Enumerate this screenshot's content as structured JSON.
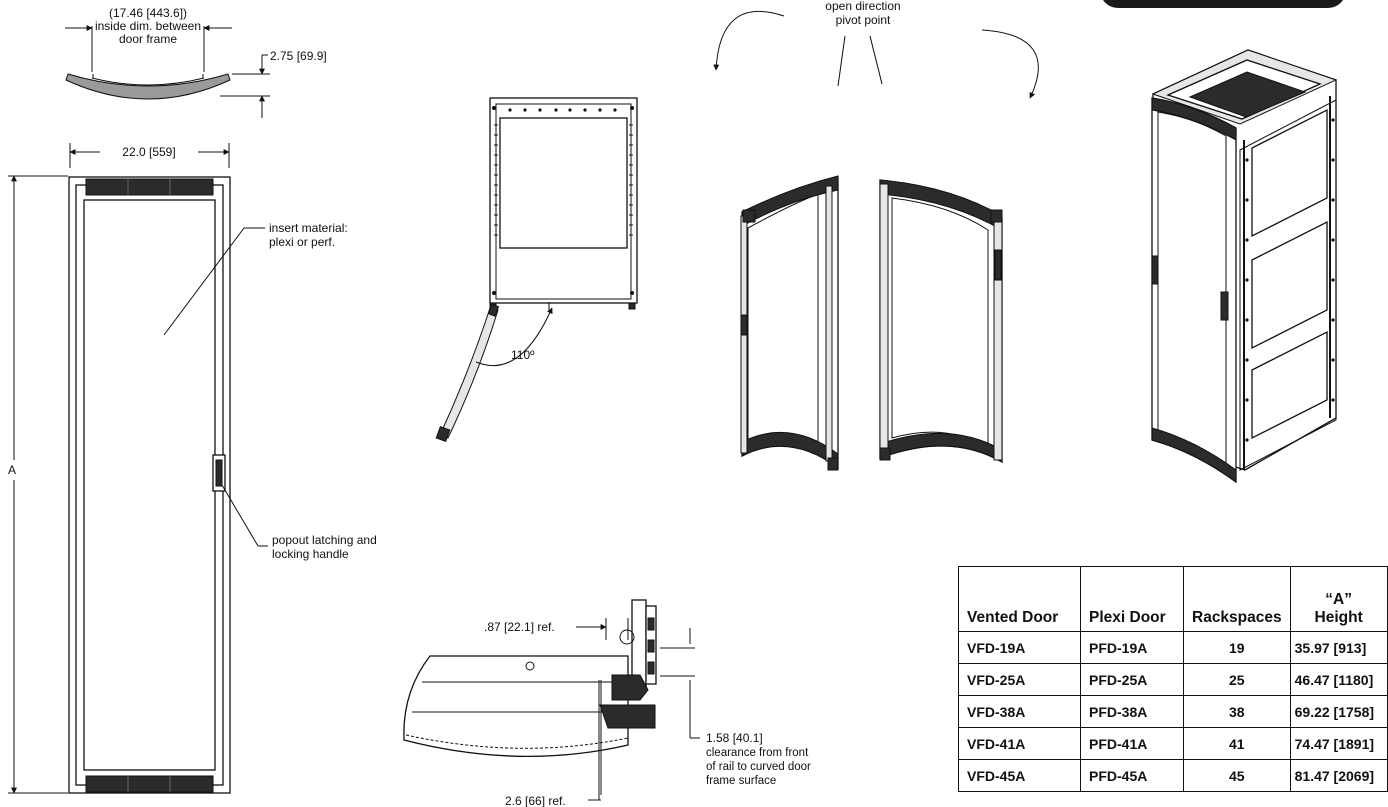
{
  "annotations": {
    "inside_dim": "(17.46 [443.6])",
    "inside_dim_desc_1": "inside dim. between",
    "inside_dim_desc_2": "door frame",
    "depth_dim": "2.75 [69.9]",
    "width_dim": "22.0 [559]",
    "height_label": "A",
    "insert_material_1": "insert material:",
    "insert_material_2": "plexi or perf.",
    "handle_1": "popout latching and",
    "handle_2": "locking handle",
    "angle": "110º",
    "pivot_1": "open direction",
    "pivot_2": "pivot point",
    "ref_87": ".87 [22.1] ref.",
    "ref_26": "2.6 [66] ref.",
    "clearance_1": "1.58 [40.1]",
    "clearance_2": "clearance from front",
    "clearance_3": "of rail to curved door",
    "clearance_4": "frame surface"
  },
  "table": {
    "headers": {
      "vented": "Vented Door",
      "plexi": "Plexi Door",
      "rackspaces": "Rackspaces",
      "height_1": "“A”",
      "height_2": "Height"
    },
    "rows": [
      {
        "vented": "VFD-19A",
        "plexi": "PFD-19A",
        "rackspaces": "19",
        "height": "35.97 [913]"
      },
      {
        "vented": "VFD-25A",
        "plexi": "PFD-25A",
        "rackspaces": "25",
        "height": "46.47 [1180]"
      },
      {
        "vented": "VFD-38A",
        "plexi": "PFD-38A",
        "rackspaces": "38",
        "height": "69.22 [1758]"
      },
      {
        "vented": "VFD-41A",
        "plexi": "PFD-41A",
        "rackspaces": "41",
        "height": "74.47 [1891]"
      },
      {
        "vented": "VFD-45A",
        "plexi": "PFD-45A",
        "rackspaces": "45",
        "height": "81.47 [2069]"
      }
    ]
  }
}
